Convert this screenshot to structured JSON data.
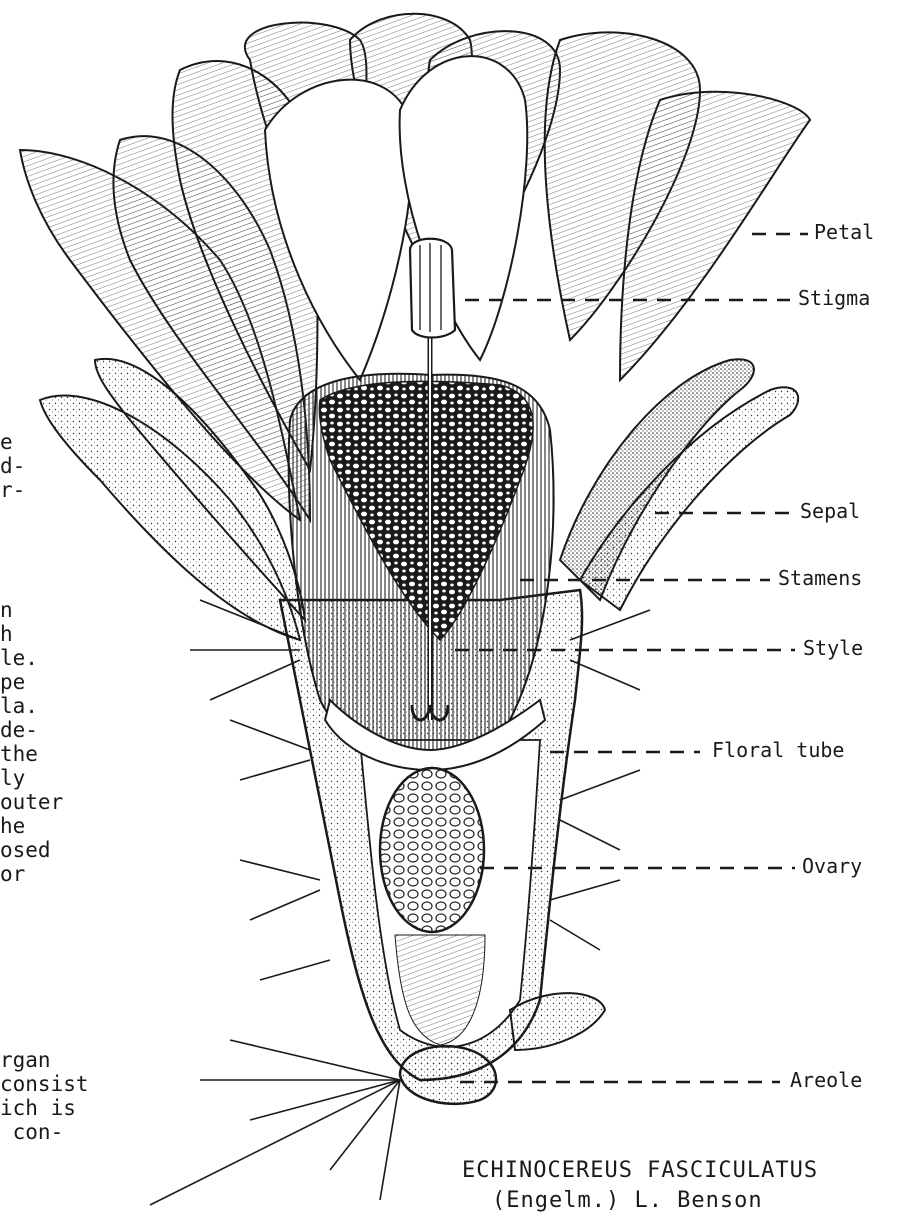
{
  "labels": {
    "petal": "Petal",
    "stigma": "Stigma",
    "sepal": "Sepal",
    "stamens": "Stamens",
    "style": "Style",
    "floral_tube": "Floral tube",
    "ovary": "Ovary",
    "areole": "Areole"
  },
  "caption": {
    "line1": "ECHINOCEREUS FASCICULATUS",
    "line2": "(Engelm.) L. Benson"
  },
  "side_text": [
    "e",
    "d-",
    "r-",
    "n",
    "h",
    "le.",
    "pe",
    "la.",
    "de-",
    "the",
    "ly",
    "outer",
    "he",
    "osed",
    "or",
    "rgan",
    "consist",
    "ich is",
    " con-"
  ]
}
